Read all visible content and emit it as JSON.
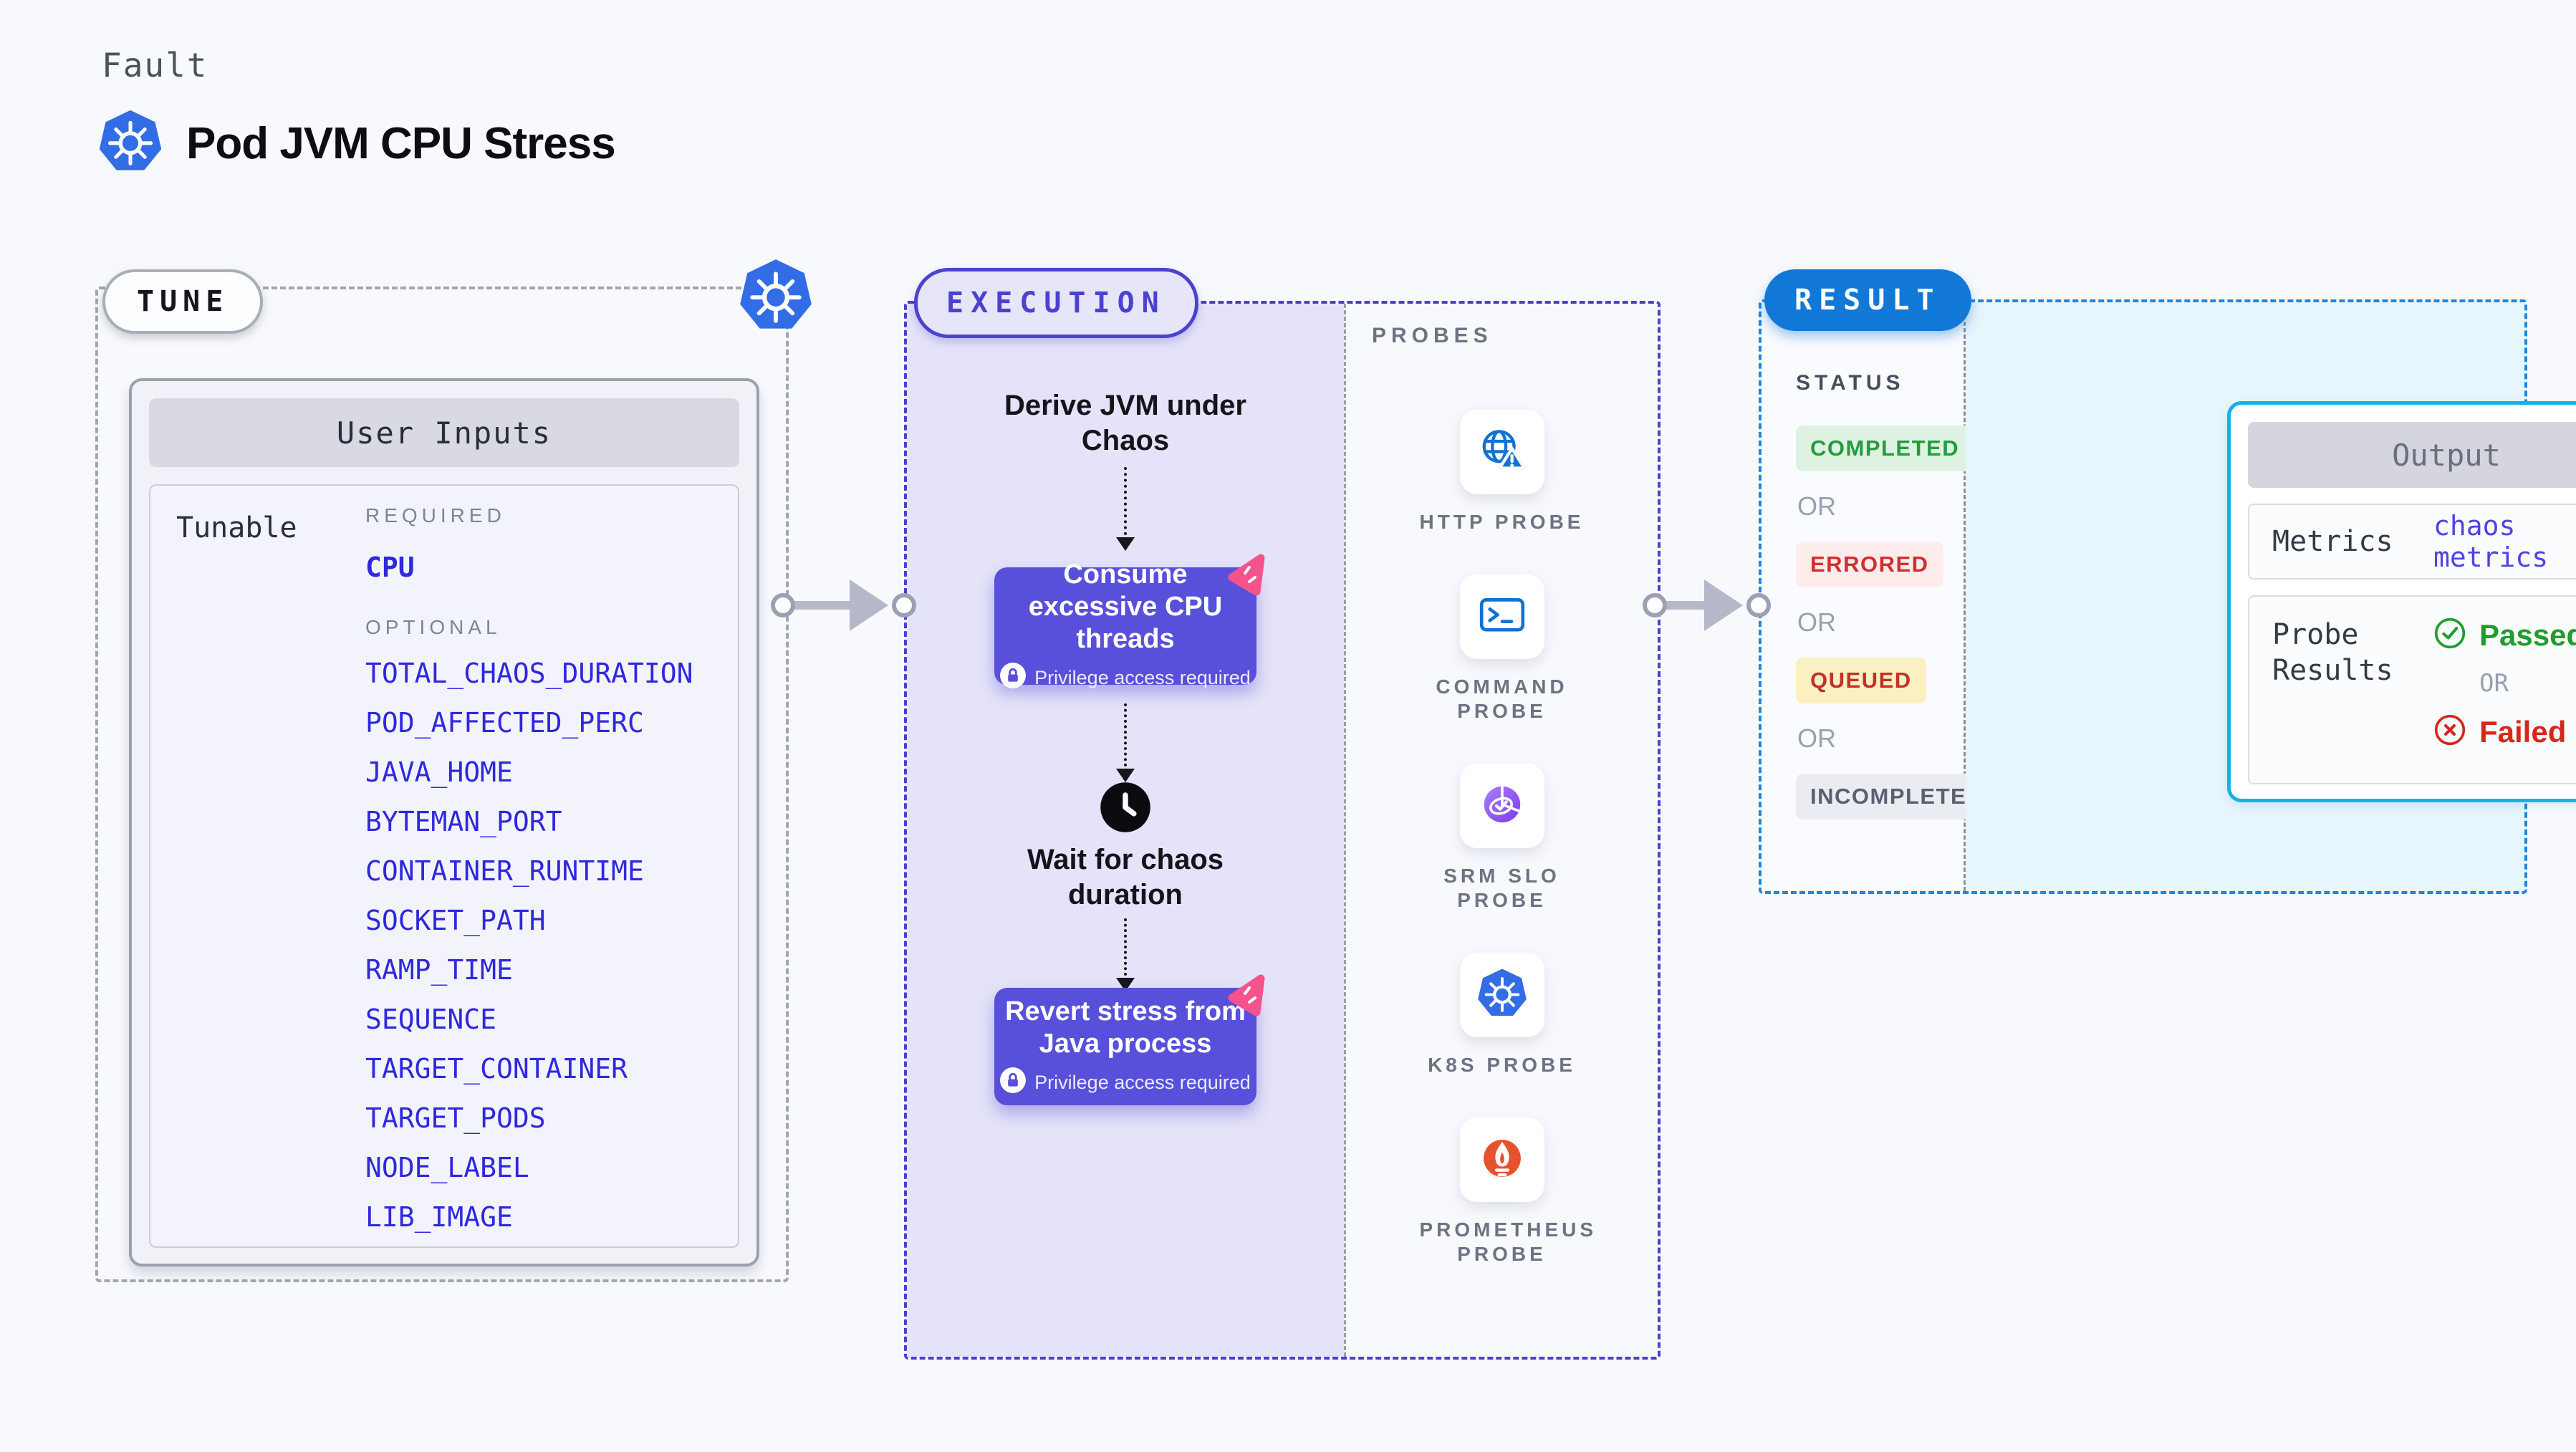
{
  "header": {
    "kicker": "Fault",
    "title": "Pod JVM CPU Stress"
  },
  "tune": {
    "badge": "TUNE",
    "table_title": "User Inputs",
    "row_label": "Tunable",
    "required_label": "REQUIRED",
    "required_items": [
      "CPU"
    ],
    "optional_label": "OPTIONAL",
    "optional_items": [
      "TOTAL_CHAOS_DURATION",
      "POD_AFFECTED_PERC",
      "JAVA_HOME",
      "BYTEMAN_PORT",
      "CONTAINER_RUNTIME",
      "SOCKET_PATH",
      "RAMP_TIME",
      "SEQUENCE",
      "TARGET_CONTAINER",
      "TARGET_PODS",
      "NODE_LABEL",
      "LIB_IMAGE"
    ]
  },
  "execution": {
    "badge": "EXECUTION",
    "step_derive": "Derive JVM under Chaos",
    "step_consume": "Consume excessive CPU threads",
    "privilege_note": "Privilege access required",
    "step_wait": "Wait for chaos duration",
    "step_revert": "Revert stress from Java process"
  },
  "probes": {
    "label": "PROBES",
    "items": [
      {
        "label": "HTTP PROBE",
        "icon": "globe-alert-icon"
      },
      {
        "label": "COMMAND PROBE",
        "icon": "terminal-icon"
      },
      {
        "label": "SRM SLO PROBE",
        "icon": "slo-check-icon"
      },
      {
        "label": "K8S PROBE",
        "icon": "kubernetes-icon"
      },
      {
        "label": "PROMETHEUS PROBE",
        "icon": "prometheus-icon"
      }
    ]
  },
  "result": {
    "badge": "RESULT",
    "status_label": "STATUS",
    "or_label": "OR",
    "statuses": [
      {
        "label": "COMPLETED",
        "type": "completed"
      },
      {
        "label": "ERRORED",
        "type": "errored"
      },
      {
        "label": "QUEUED",
        "type": "queued"
      },
      {
        "label": "INCOMPLETED",
        "type": "incompleted"
      }
    ],
    "output": {
      "title": "Output",
      "metrics_label": "Metrics",
      "metrics_value": "chaos metrics",
      "probe_results_label": "Probe Results",
      "passed_label": "Passed",
      "or_label": "OR",
      "failed_label": "Failed"
    }
  },
  "colors": {
    "page_bg": "#f8f9fc",
    "indigo_accent": "#4b42cf",
    "node_purple": "#5850da",
    "k8s_blue": "#326de6",
    "probe_blue": "#1272d2",
    "pink": "#f6538c",
    "result_blue": "#1278d8",
    "cyan_border": "#14b1e9",
    "green": "#1f9d2d",
    "red": "#d7271b",
    "queued_yellow": "#faf0c2"
  }
}
